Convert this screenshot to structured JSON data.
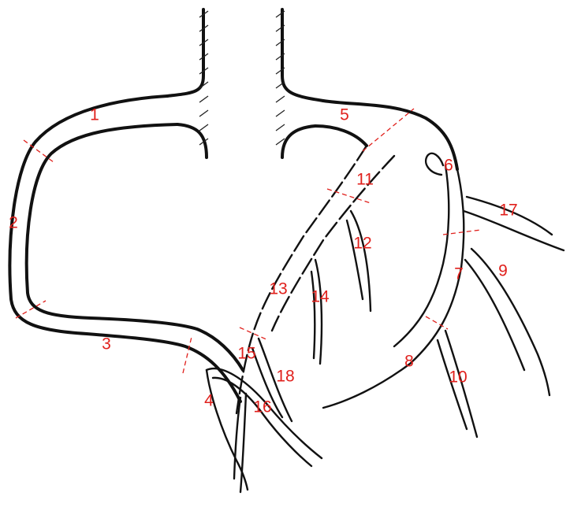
{
  "colors": {
    "vessel": "#111111",
    "label": "#e0201c",
    "boundary": "#e0201c",
    "background": "#ffffff"
  },
  "segments": [
    "1",
    "2",
    "3",
    "4",
    "5",
    "6",
    "7",
    "8",
    "9",
    "10",
    "11",
    "12",
    "13",
    "14",
    "15",
    "16",
    "17",
    "18"
  ]
}
